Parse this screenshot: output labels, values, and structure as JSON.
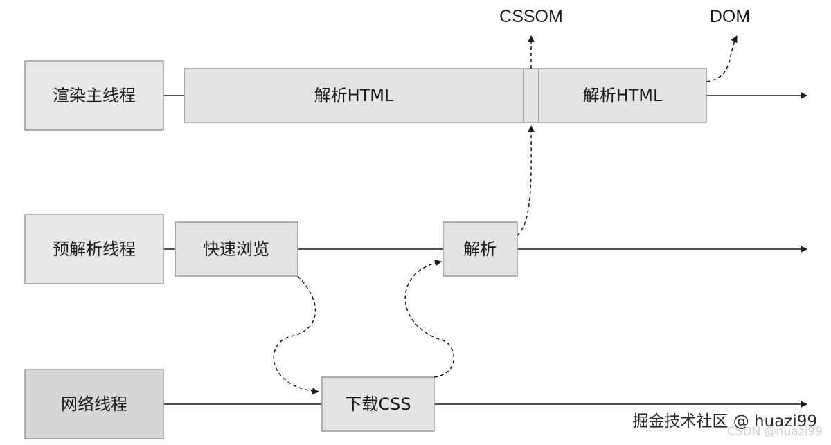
{
  "threads": {
    "render": "渲染主线程",
    "preparse": "预解析线程",
    "network": "网络线程"
  },
  "tasks": {
    "parse_html_1": "解析HTML",
    "parse_html_2": "解析HTML",
    "quick_browse": "快速浏览",
    "parse": "解析",
    "download_css": "下载CSS"
  },
  "outputs": {
    "cssom": "CSSOM",
    "dom": "DOM"
  },
  "watermark": {
    "main": "掘金技术社区 @ huazi99",
    "ghost": "CSDN @huazi99"
  },
  "colors": {
    "thread_label_fill": "#e8e8e8",
    "network_label_fill": "#d6d6d6",
    "task_fill": "#e4e4e4",
    "stroke": "#9a9a9a",
    "line": "#1a1a1a"
  }
}
